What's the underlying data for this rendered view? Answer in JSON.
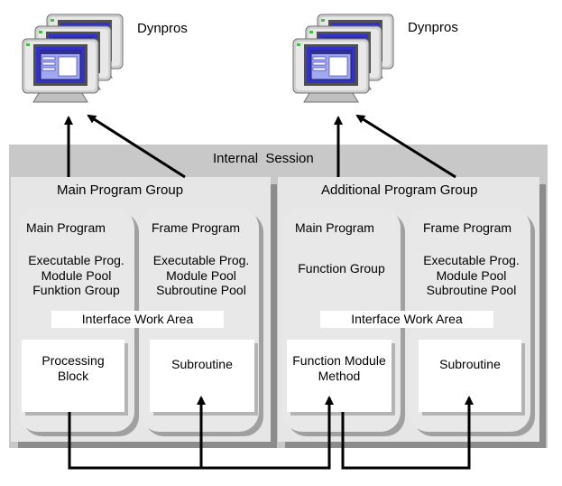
{
  "dynpros": {
    "left_label": "Dynpros",
    "right_label": "Dynpros"
  },
  "session": {
    "title": "Internal  Session"
  },
  "groups": {
    "main": {
      "title": "Main Program Group",
      "main_program": {
        "title": "Main Program",
        "lines": [
          "Executable Prog.",
          "Module Pool",
          "Funktion Group"
        ]
      },
      "frame_program": {
        "title": "Frame Program",
        "lines": [
          "Executable Prog.",
          "Module Pool",
          "Subroutine Pool"
        ]
      },
      "interface": "Interface Work Area",
      "processing_block": [
        "Processing",
        "Block"
      ],
      "subroutine": "Subroutine"
    },
    "additional": {
      "title": "Additional Program Group",
      "main_program": {
        "title": "Main Program",
        "lines": [
          "Function Group"
        ]
      },
      "frame_program": {
        "title": "Frame Program",
        "lines": [
          "Executable Prog.",
          "Module Pool",
          "Subroutine Pool"
        ]
      },
      "interface": "Interface Work Area",
      "function_module": [
        "Function Module",
        "Method"
      ],
      "subroutine": "Subroutine"
    }
  },
  "colors": {
    "session_bg": "#c8c8c8",
    "group_bg": "#e6e6e6",
    "monitor_screen": "#3030c8"
  },
  "icons": [
    "computer-monitor-icon"
  ]
}
